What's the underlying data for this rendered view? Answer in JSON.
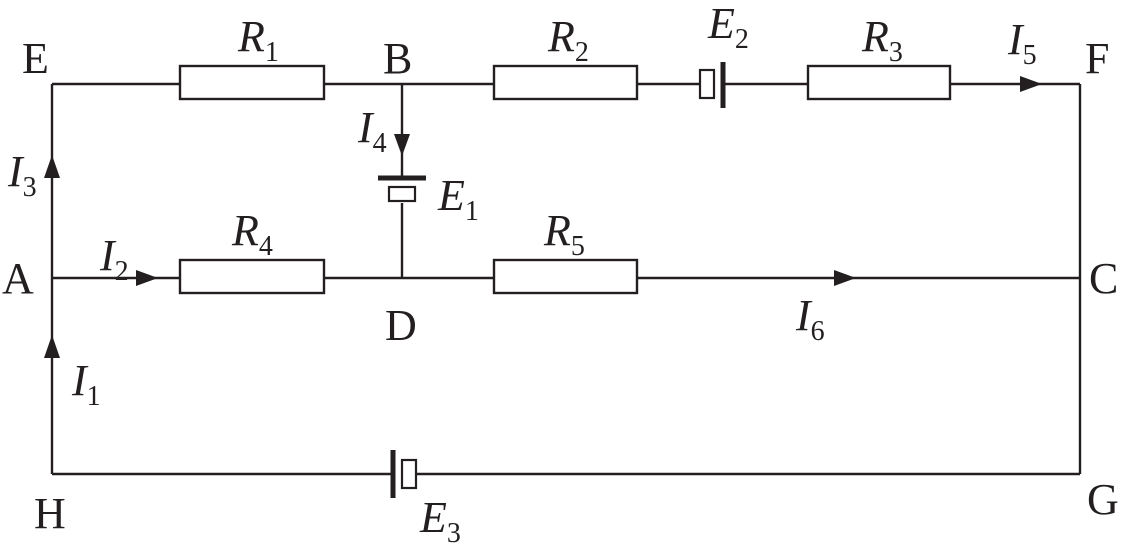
{
  "nodes": {
    "E": "E",
    "B": "B",
    "F": "F",
    "A": "A",
    "D": "D",
    "C": "C",
    "H": "H",
    "G": "G"
  },
  "resistors": {
    "R1": {
      "main": "R",
      "sub": "1"
    },
    "R2": {
      "main": "R",
      "sub": "2"
    },
    "R3": {
      "main": "R",
      "sub": "3"
    },
    "R4": {
      "main": "R",
      "sub": "4"
    },
    "R5": {
      "main": "R",
      "sub": "5"
    }
  },
  "sources": {
    "E1": {
      "main": "E",
      "sub": "1"
    },
    "E2": {
      "main": "E",
      "sub": "2"
    },
    "E3": {
      "main": "E",
      "sub": "3"
    }
  },
  "currents": {
    "I1": {
      "main": "I",
      "sub": "1"
    },
    "I2": {
      "main": "I",
      "sub": "2"
    },
    "I3": {
      "main": "I",
      "sub": "3"
    },
    "I4": {
      "main": "I",
      "sub": "4"
    },
    "I5": {
      "main": "I",
      "sub": "5"
    },
    "I6": {
      "main": "I",
      "sub": "6"
    }
  }
}
